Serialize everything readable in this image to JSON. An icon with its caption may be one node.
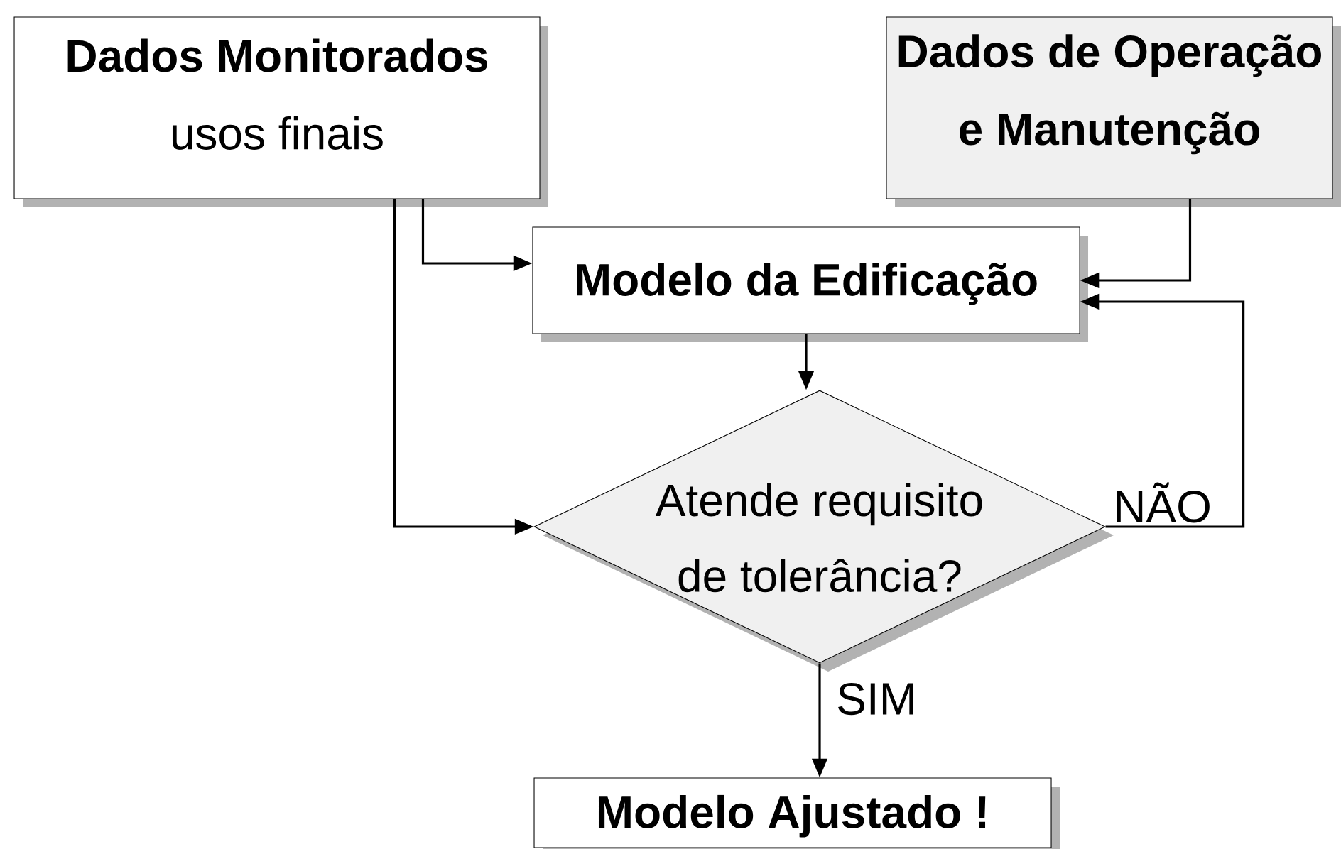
{
  "diagram": {
    "nodes": [
      {
        "text": [
          "Dados Monitorados",
          "usos finais"
        ]
      },
      {
        "text": [
          "Dados de Operação e Manutenção"
        ]
      },
      {
        "text": [
          "Modelo da Edificação"
        ]
      },
      {
        "text": [
          "Atende requisito de tolerância?"
        ]
      },
      {
        "text": [
          "Modelo Ajustado !"
        ]
      }
    ],
    "edges": [
      {
        "from": 0,
        "to": 2,
        "arrow": "to"
      },
      {
        "from": 0,
        "to": 3,
        "arrow": "to"
      },
      {
        "from": 1,
        "to": 2,
        "arrow": "to"
      },
      {
        "from": 3,
        "to": 2,
        "arrow": "to",
        "label": "NÃO"
      },
      {
        "from": 2,
        "to": 3,
        "arrow": "to"
      },
      {
        "from": 3,
        "to": 4,
        "arrow": "to",
        "label": "SIM"
      }
    ]
  }
}
